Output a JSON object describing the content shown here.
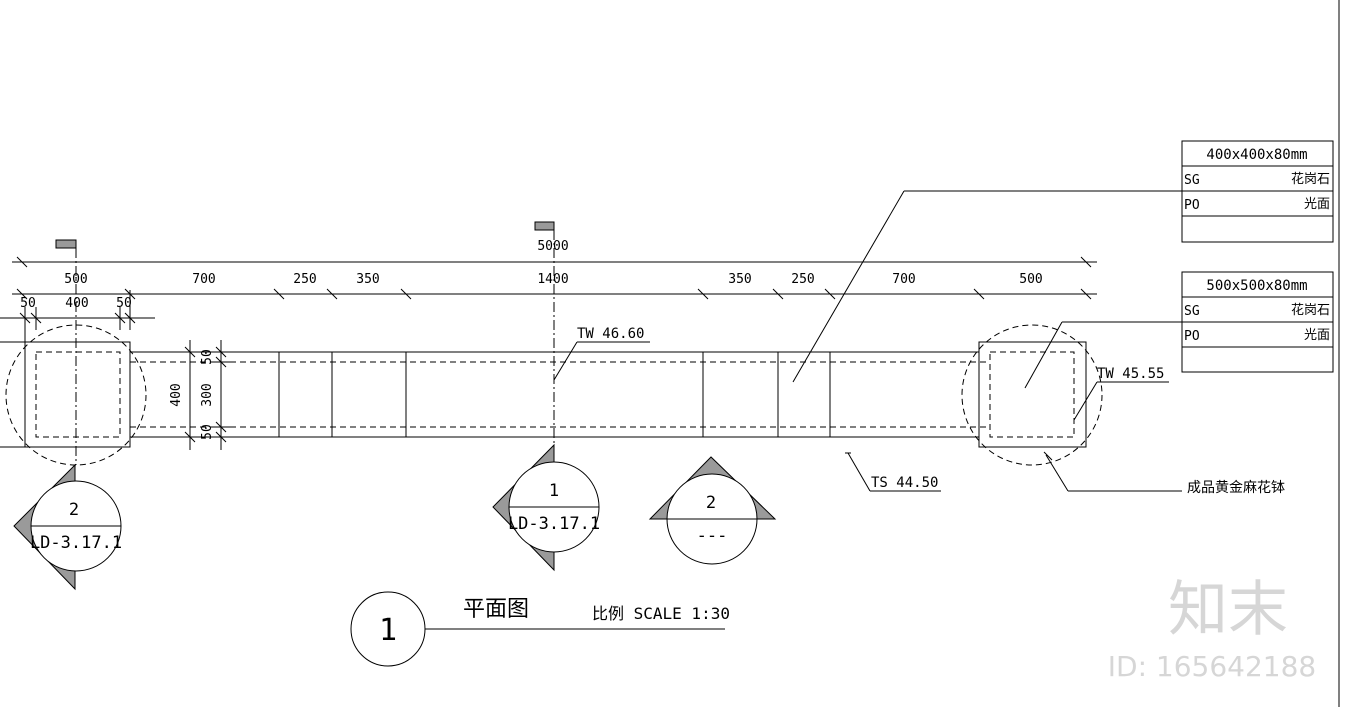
{
  "overall_dimension": "5000",
  "top_dims": [
    "500",
    "700",
    "250",
    "350",
    "1400",
    "350",
    "250",
    "700",
    "500"
  ],
  "sub_dims": [
    "50",
    "400",
    "50"
  ],
  "vertical_dims": {
    "total": "400",
    "top": "50",
    "mid": "300",
    "bottom": "50"
  },
  "elevations": {
    "tw_center": "TW 46.60",
    "tw_right": "TW 45.55",
    "ts": "TS 44.50"
  },
  "section_markers": [
    {
      "number": "2",
      "ref": "LD-3.17.1"
    },
    {
      "number": "1",
      "ref": "LD-3.17.1"
    },
    {
      "number": "2",
      "ref": "---"
    }
  ],
  "material_tables": [
    {
      "size": "400x400x80mm",
      "rows": [
        {
          "code": "SG",
          "desc": "花岗石"
        },
        {
          "code": "PO",
          "desc": "光面"
        }
      ]
    },
    {
      "size": "500x500x80mm",
      "rows": [
        {
          "code": "SG",
          "desc": "花岗石"
        },
        {
          "code": "PO",
          "desc": "光面"
        }
      ]
    }
  ],
  "note": "成品黄金麻花钵",
  "title": {
    "number": "1",
    "name": "平面图",
    "scale": "比例 SCALE 1:30"
  },
  "watermark": {
    "brand": "知末",
    "id": "ID: 165642188"
  }
}
